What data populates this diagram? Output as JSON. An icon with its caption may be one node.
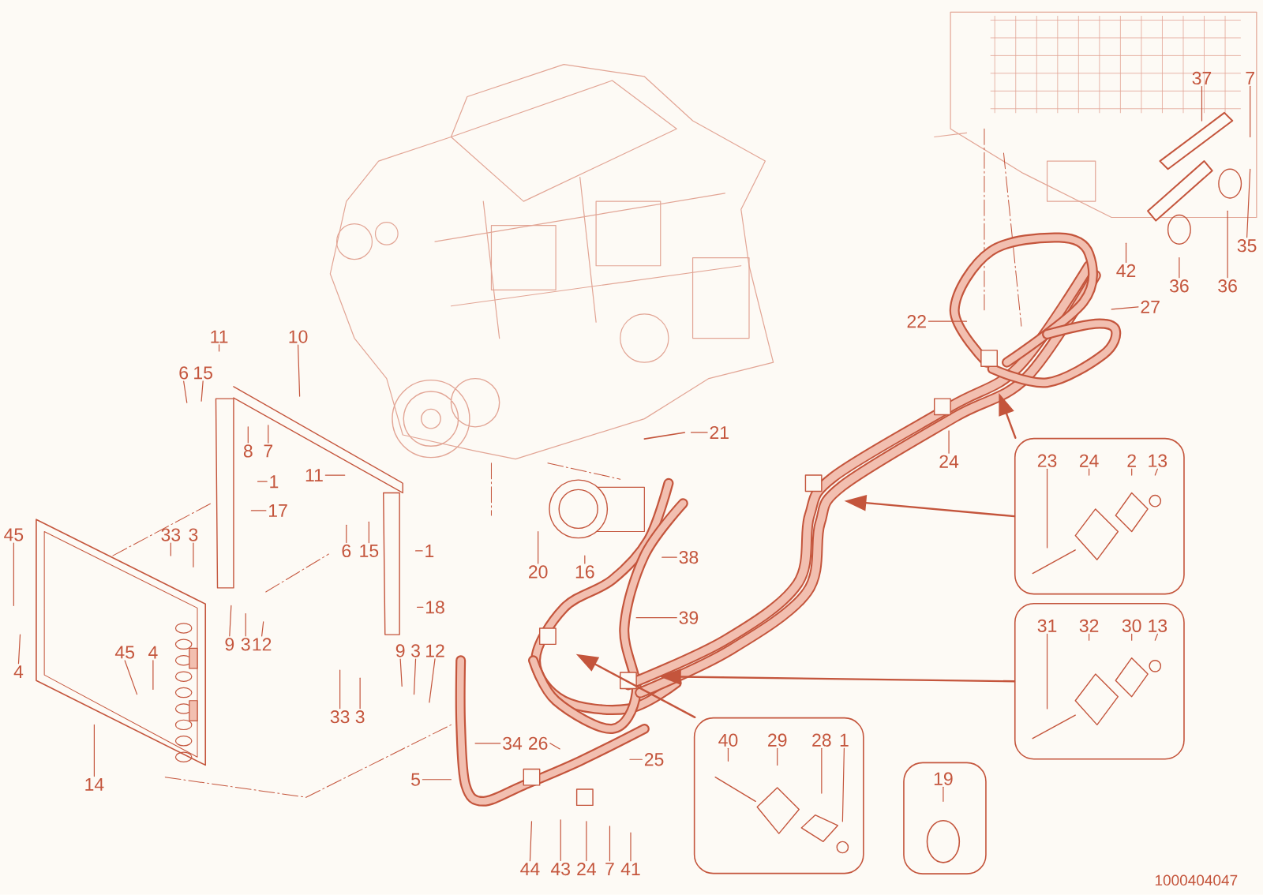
{
  "diagram": {
    "nodes": [
      {
        "text": [
          "11"
        ]
      },
      {
        "text": [
          "6"
        ]
      },
      {
        "text": [
          "15"
        ]
      },
      {
        "text": [
          "10"
        ]
      },
      {
        "text": [
          "8"
        ]
      },
      {
        "text": [
          "7"
        ]
      },
      {
        "text": [
          "11"
        ]
      },
      {
        "text": [
          "1"
        ]
      },
      {
        "text": [
          "17"
        ]
      },
      {
        "text": [
          "45"
        ]
      },
      {
        "text": [
          "33"
        ]
      },
      {
        "text": [
          "3"
        ]
      },
      {
        "text": [
          "6"
        ]
      },
      {
        "text": [
          "15"
        ]
      },
      {
        "text": [
          "1"
        ]
      },
      {
        "text": [
          "18"
        ]
      },
      {
        "text": [
          "4"
        ]
      },
      {
        "text": [
          "9"
        ]
      },
      {
        "text": [
          "3"
        ]
      },
      {
        "text": [
          "12"
        ]
      },
      {
        "text": [
          "45"
        ]
      },
      {
        "text": [
          "4"
        ]
      },
      {
        "text": [
          "9"
        ]
      },
      {
        "text": [
          "3"
        ]
      },
      {
        "text": [
          "12"
        ]
      },
      {
        "text": [
          "33"
        ]
      },
      {
        "text": [
          "3"
        ]
      },
      {
        "text": [
          "14"
        ]
      },
      {
        "text": [
          "21"
        ]
      },
      {
        "text": [
          "20"
        ]
      },
      {
        "text": [
          "16"
        ]
      },
      {
        "text": [
          "38"
        ]
      },
      {
        "text": [
          "39"
        ]
      },
      {
        "text": [
          "34"
        ]
      },
      {
        "text": [
          "26"
        ]
      },
      {
        "text": [
          "5"
        ]
      },
      {
        "text": [
          "25"
        ]
      },
      {
        "text": [
          "44"
        ]
      },
      {
        "text": [
          "43"
        ]
      },
      {
        "text": [
          "24"
        ]
      },
      {
        "text": [
          "7"
        ]
      },
      {
        "text": [
          "41"
        ]
      },
      {
        "text": [
          "37"
        ]
      },
      {
        "text": [
          "7"
        ]
      },
      {
        "text": [
          "35"
        ]
      },
      {
        "text": [
          "42"
        ]
      },
      {
        "text": [
          "36"
        ]
      },
      {
        "text": [
          "36"
        ]
      },
      {
        "text": [
          "22"
        ]
      },
      {
        "text": [
          "27"
        ]
      },
      {
        "text": [
          "24"
        ]
      },
      {
        "text": [],
        "shape": "box"
      },
      {
        "text": [
          "23"
        ],
        "in": 51
      },
      {
        "text": [
          "24"
        ],
        "in": 51
      },
      {
        "text": [
          "2"
        ],
        "in": 51
      },
      {
        "text": [
          "13"
        ],
        "in": 51
      },
      {
        "text": [],
        "shape": "box"
      },
      {
        "text": [
          "31"
        ],
        "in": 56
      },
      {
        "text": [
          "32"
        ],
        "in": 56
      },
      {
        "text": [
          "30"
        ],
        "in": 56
      },
      {
        "text": [
          "13"
        ],
        "in": 56
      },
      {
        "text": [],
        "shape": "box"
      },
      {
        "text": [
          "40"
        ],
        "in": 61
      },
      {
        "text": [
          "29"
        ],
        "in": 61
      },
      {
        "text": [
          "28"
        ],
        "in": 61
      },
      {
        "text": [
          "1"
        ],
        "in": 61
      },
      {
        "text": [],
        "shape": "box"
      },
      {
        "text": [
          "19"
        ],
        "in": 66
      }
    ],
    "edges": [
      {
        "from": 0,
        "to": null,
        "arrow": "none"
      },
      {
        "from": 1,
        "to": null,
        "arrow": "none"
      },
      {
        "from": 2,
        "to": null,
        "arrow": "none"
      },
      {
        "from": 3,
        "to": null,
        "arrow": "none"
      },
      {
        "from": 4,
        "to": null,
        "arrow": "none"
      },
      {
        "from": 5,
        "to": null,
        "arrow": "none"
      },
      {
        "from": 6,
        "to": null,
        "arrow": "none"
      },
      {
        "from": 7,
        "to": null,
        "arrow": "none"
      },
      {
        "from": 8,
        "to": null,
        "arrow": "none"
      },
      {
        "from": 9,
        "to": null,
        "arrow": "none"
      },
      {
        "from": 10,
        "to": null,
        "arrow": "none"
      },
      {
        "from": 11,
        "to": null,
        "arrow": "none"
      },
      {
        "from": 12,
        "to": null,
        "arrow": "none"
      },
      {
        "from": 13,
        "to": null,
        "arrow": "none"
      },
      {
        "from": 14,
        "to": null,
        "arrow": "none"
      },
      {
        "from": 15,
        "to": null,
        "arrow": "none"
      },
      {
        "from": 16,
        "to": null,
        "arrow": "none"
      },
      {
        "from": 17,
        "to": null,
        "arrow": "none"
      },
      {
        "from": 18,
        "to": null,
        "arrow": "none"
      },
      {
        "from": 19,
        "to": null,
        "arrow": "none"
      },
      {
        "from": 20,
        "to": null,
        "arrow": "none"
      },
      {
        "from": 21,
        "to": null,
        "arrow": "none"
      },
      {
        "from": 22,
        "to": null,
        "arrow": "none"
      },
      {
        "from": 23,
        "to": null,
        "arrow": "none"
      },
      {
        "from": 24,
        "to": null,
        "arrow": "none"
      },
      {
        "from": 25,
        "to": null,
        "arrow": "none"
      },
      {
        "from": 26,
        "to": null,
        "arrow": "none"
      },
      {
        "from": 27,
        "to": null,
        "arrow": "none"
      },
      {
        "from": 28,
        "to": null,
        "arrow": "none"
      },
      {
        "from": 29,
        "to": null,
        "arrow": "none"
      },
      {
        "from": 30,
        "to": null,
        "arrow": "none"
      },
      {
        "from": 31,
        "to": null,
        "arrow": "none"
      },
      {
        "from": 32,
        "to": null,
        "arrow": "none"
      },
      {
        "from": 33,
        "to": null,
        "arrow": "none"
      },
      {
        "from": 34,
        "to": null,
        "arrow": "none"
      },
      {
        "from": 35,
        "to": null,
        "arrow": "none"
      },
      {
        "from": 36,
        "to": null,
        "arrow": "none"
      },
      {
        "from": 37,
        "to": null,
        "arrow": "none"
      },
      {
        "from": 38,
        "to": null,
        "arrow": "none"
      },
      {
        "from": 39,
        "to": null,
        "arrow": "none"
      },
      {
        "from": 40,
        "to": null,
        "arrow": "none"
      },
      {
        "from": 41,
        "to": null,
        "arrow": "none"
      },
      {
        "from": 42,
        "to": null,
        "arrow": "none"
      },
      {
        "from": 43,
        "to": null,
        "arrow": "none"
      },
      {
        "from": 44,
        "to": null,
        "arrow": "none"
      },
      {
        "from": 45,
        "to": null,
        "arrow": "none"
      },
      {
        "from": 46,
        "to": null,
        "arrow": "none"
      },
      {
        "from": 47,
        "to": null,
        "arrow": "none"
      },
      {
        "from": 48,
        "to": null,
        "arrow": "none"
      },
      {
        "from": 49,
        "to": null,
        "arrow": "none"
      },
      {
        "from": 50,
        "to": null,
        "arrow": "none"
      },
      {
        "from": 52,
        "to": null,
        "arrow": "none"
      },
      {
        "from": 53,
        "to": null,
        "arrow": "none"
      },
      {
        "from": 54,
        "to": null,
        "arrow": "none"
      },
      {
        "from": 55,
        "to": null,
        "arrow": "none"
      },
      {
        "from": 57,
        "to": null,
        "arrow": "none"
      },
      {
        "from": 58,
        "to": null,
        "arrow": "none"
      },
      {
        "from": 59,
        "to": null,
        "arrow": "none"
      },
      {
        "from": 60,
        "to": null,
        "arrow": "none"
      },
      {
        "from": 62,
        "to": null,
        "arrow": "none"
      },
      {
        "from": 63,
        "to": null,
        "arrow": "none"
      },
      {
        "from": 64,
        "to": null,
        "arrow": "none"
      },
      {
        "from": 65,
        "to": null,
        "arrow": "none"
      },
      {
        "from": 67,
        "to": null,
        "arrow": "none"
      },
      {
        "from": 51,
        "to": null,
        "arrow": "to"
      },
      {
        "from": 51,
        "to": null,
        "arrow": "to"
      },
      {
        "from": 56,
        "to": null,
        "arrow": "to"
      },
      {
        "from": 61,
        "to": null,
        "arrow": "to"
      }
    ],
    "labels": [
      "1000404047"
    ]
  }
}
